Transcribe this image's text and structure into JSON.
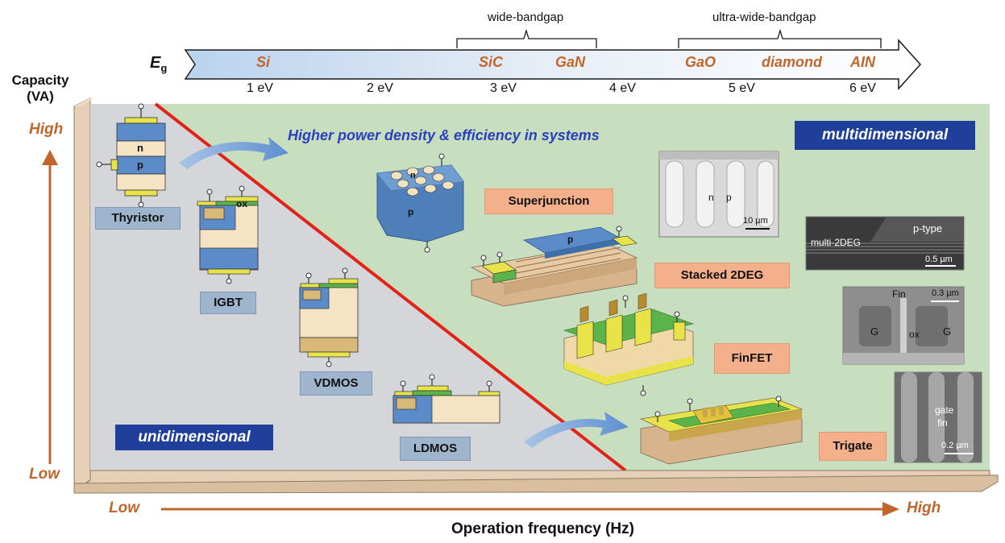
{
  "bandgap": {
    "symbol_main": "E",
    "symbol_sub": "g",
    "materials": [
      "Si",
      "SiC",
      "GaN",
      "GaO",
      "diamond",
      "AIN"
    ],
    "ticks": [
      "1 eV",
      "2 eV",
      "3 eV",
      "4 eV",
      "5 eV",
      "6 eV"
    ],
    "brace_wide": "wide-bandgap",
    "brace_ultra": "ultra-wide-bandgap"
  },
  "axes": {
    "y_title_line1": "Capacity",
    "y_title_line2": "(VA)",
    "y_high": "High",
    "y_low": "Low",
    "x_low": "Low",
    "x_high": "High",
    "x_title": "Operation frequency (Hz)"
  },
  "regions": {
    "uni": "unidimensional",
    "multi": "multidimensional",
    "headline": "Higher power density & efficiency in systems"
  },
  "devices": {
    "thyristor": "Thyristor",
    "igbt": "IGBT",
    "vdmos": "VDMOS",
    "ldmos": "LDMOS",
    "superjunction": "Superjunction",
    "stacked": "Stacked 2DEG",
    "finfet": "FinFET",
    "trigate": "Trigate"
  },
  "diagram_labels": {
    "n": "n",
    "p": "p",
    "ox": "ox",
    "sj_n": "n",
    "sj_p": "p",
    "stack_p": "p",
    "sem1_n": "n",
    "sem1_p": "p",
    "sem1_scale": "10 µm",
    "sem2_ptype": "p-type",
    "sem2_multi": "multi-2DEG",
    "sem2_scale": "0.5 µm",
    "sem3_fin": "Fin",
    "sem3_scale": "0.3 µm",
    "sem3_g1": "G",
    "sem3_ox": "ox",
    "sem3_g2": "G",
    "sem4_gate": "gate",
    "sem4_fin": "fin",
    "sem4_scale": "0.2 µm"
  },
  "colors": {
    "accent": "#c0662b",
    "gray_region": "#d4d6da",
    "green_region": "#c7dfbf",
    "divider": "#e2231a",
    "dim_badge": "#1f3f9a",
    "headline": "#2b3fbf"
  }
}
